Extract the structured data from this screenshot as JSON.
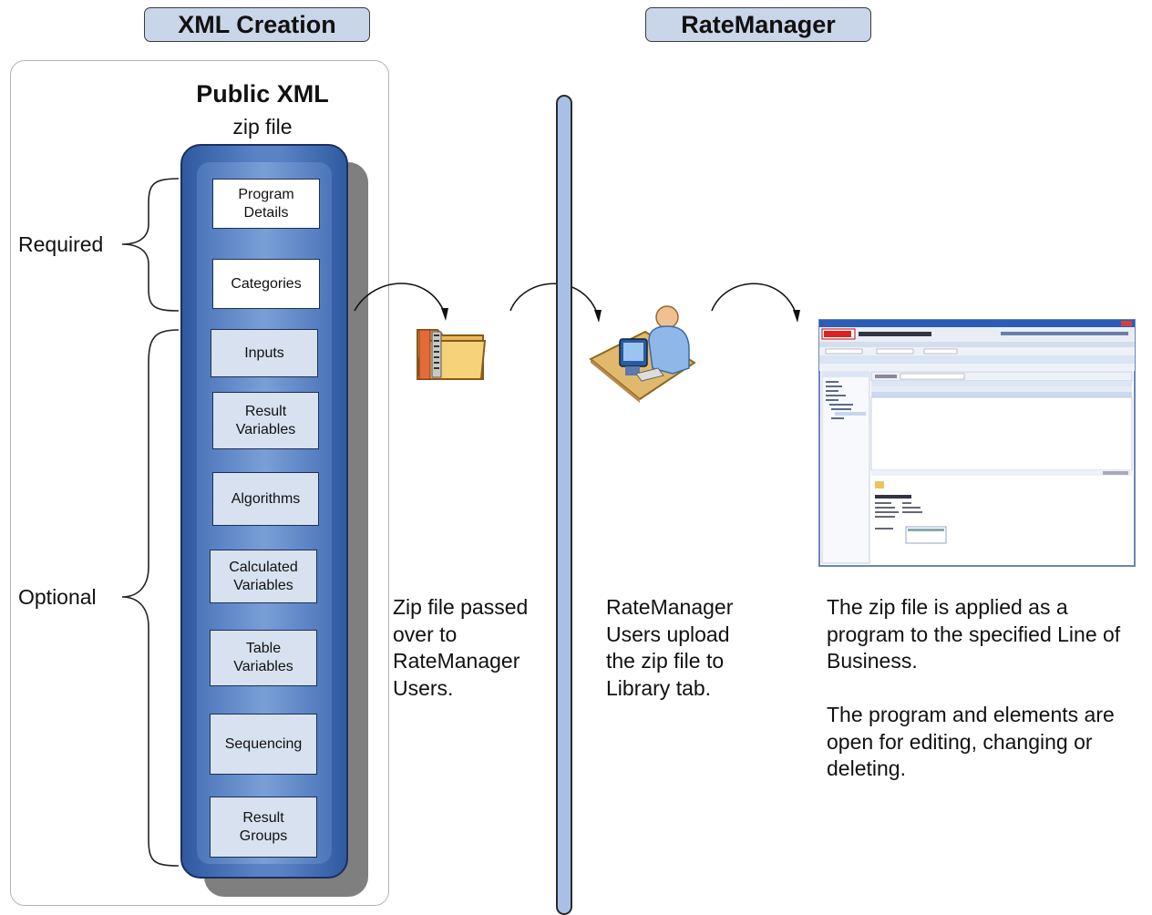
{
  "headers": {
    "left": "XML Creation",
    "right": "RateManager"
  },
  "zip_panel": {
    "title": "Public XML",
    "subtitle": "zip file"
  },
  "groups": {
    "required": "Required",
    "optional": "Optional"
  },
  "components": [
    "Program\nDetails",
    "Categories",
    "Inputs",
    "Result\nVariables",
    "Algorithms",
    "Calculated\nVariables",
    "Table\nVariables",
    "Sequencing",
    "Result\nGroups"
  ],
  "steps": {
    "zip_passed": "Zip file passed\nover to\nRateManager\nUsers.",
    "upload": "RateManager\nUsers upload\nthe zip file to\nLibrary tab.",
    "applied": "The zip file is applied as a\nprogram to the specified Line of\nBusiness.",
    "editing": "The program and elements are\nopen for editing, changing or\ndeleting."
  },
  "icons": [
    "zip-folder-icon",
    "user-at-computer-icon",
    "application-screenshot-icon",
    "flow-arrow-icon",
    "brace-icon"
  ],
  "colors": {
    "header_fill": "#c9d6ea",
    "capsule": "#4c76bb",
    "divider": "#a9c0e6",
    "box_fill": "#d7e1f0"
  }
}
